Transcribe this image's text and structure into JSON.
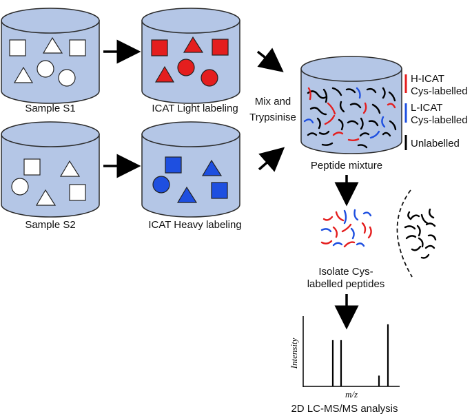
{
  "samples": {
    "s1_label": "Sample S1",
    "s2_label": "Sample S2"
  },
  "labeling": {
    "light_label": "ICAT Light labeling",
    "heavy_label": "ICAT Heavy labeling"
  },
  "mix_step": {
    "line1": "Mix and",
    "line2": "Trypsinise"
  },
  "mixture": {
    "label": "Peptide mixture"
  },
  "legend": {
    "h_icat_line1": "H-ICAT",
    "h_icat_line2": "Cys-labelled",
    "l_icat_line1": "L-ICAT",
    "l_icat_line2": "Cys-labelled",
    "unlabelled": "Unlabelled"
  },
  "isolate": {
    "line1": "Isolate Cys-",
    "line2": "labelled peptides"
  },
  "spectrum": {
    "y_axis": "Intensity",
    "x_axis": "m/z",
    "caption": "2D LC-MS/MS analysis",
    "peak_heights": [
      0.73,
      0.73,
      0.17,
      0.98
    ]
  },
  "colors": {
    "container_fill": "#b4c6e6",
    "heavy_label": "#e41e1e",
    "light_label": "#1e4fe0",
    "unlabelled": "#000000"
  }
}
